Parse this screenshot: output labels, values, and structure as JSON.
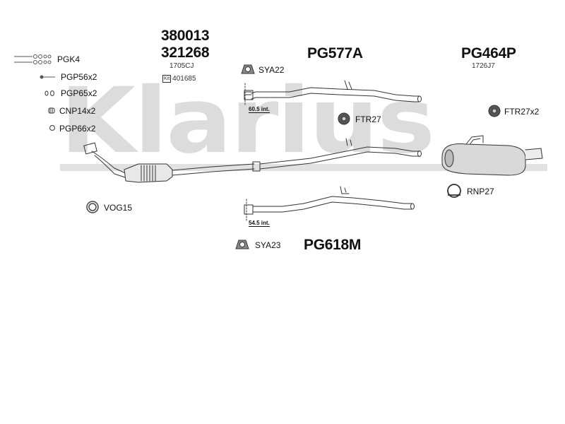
{
  "watermark": "Klarius",
  "sections": {
    "front": {
      "part_number_1": "380013",
      "part_number_2": "321268",
      "oe_code": "1705CJ",
      "kit_code": "401685",
      "kit_label": "Kit"
    },
    "center": {
      "part_number": "PG577A"
    },
    "rear": {
      "part_number": "PG464P",
      "oe_code": "1726J7"
    },
    "alt_center": {
      "part_number": "PG618M"
    }
  },
  "fittings": {
    "pgk4": "PGK4",
    "pgp56": "PGP56x2",
    "pgp65": "PGP65x2",
    "cnp14": "CNP14x2",
    "pgp66": "PGP66x2",
    "vog15": "VOG15",
    "sya22": "SYA22",
    "ftr27": "FTR27",
    "ftr27x2": "FTR27x2",
    "rnp27": "RNP27",
    "sya23": "SYA23"
  },
  "dimensions": {
    "upper": "60.5 int.",
    "lower": "54.5 int."
  },
  "icons": [
    "bolt-kit-icon",
    "bolt-icon",
    "gasket-icon",
    "clamp-icon",
    "ring-icon",
    "mount-bracket-icon",
    "rubber-mount-icon",
    "hanger-ring-icon"
  ]
}
